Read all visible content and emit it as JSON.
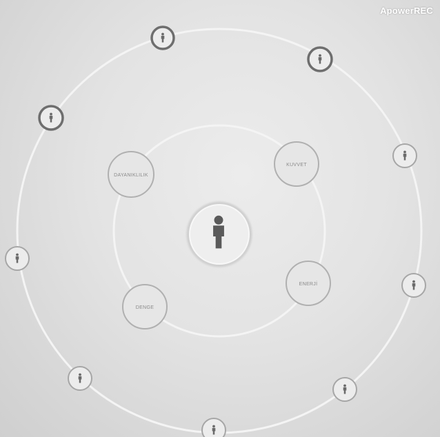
{
  "watermark": "ApowerREC",
  "colors": {
    "ring": "#f6f6f6",
    "node_stroke": "#a8a8a8",
    "figure": "#6a6a6a",
    "center_figure": "#5a5a5a",
    "highlight_stroke": "#6e6e6e"
  },
  "center": {
    "icon": "person-icon"
  },
  "inner_nodes": [
    {
      "label": "DAYANIKLILIK"
    },
    {
      "label": "KUVVET"
    },
    {
      "label": "ENERJİ"
    },
    {
      "label": "DENGE"
    }
  ],
  "outer_people": [
    {
      "icon": "person-icon",
      "highlighted": true
    },
    {
      "icon": "person-icon",
      "highlighted": true
    },
    {
      "icon": "person-icon",
      "highlighted": true
    },
    {
      "icon": "person-icon",
      "highlighted": false
    },
    {
      "icon": "person-icon",
      "highlighted": false
    },
    {
      "icon": "person-icon",
      "highlighted": false
    },
    {
      "icon": "person-icon",
      "highlighted": false
    },
    {
      "icon": "person-icon",
      "highlighted": false
    },
    {
      "icon": "person-icon",
      "highlighted": false
    }
  ]
}
